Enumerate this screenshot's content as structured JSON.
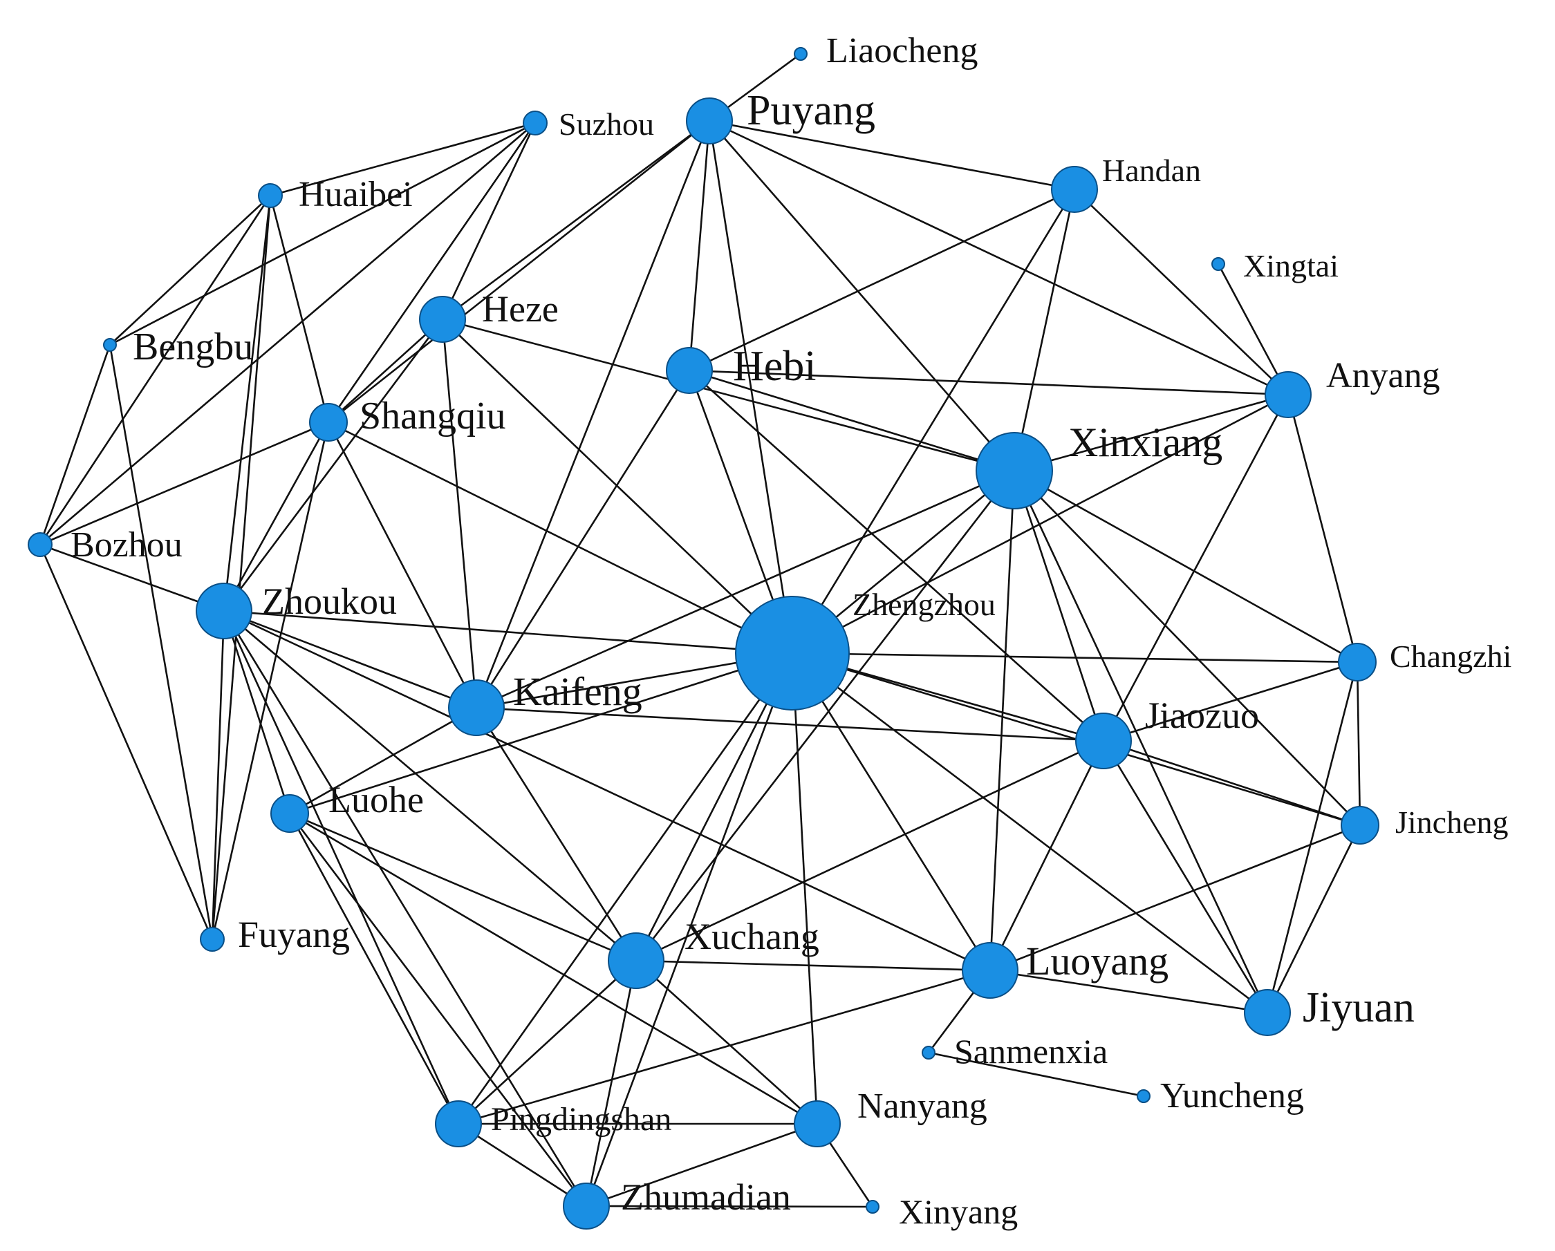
{
  "diagram": {
    "type": "network",
    "colors": {
      "node_fill": "#1a8fe3",
      "node_stroke": "#0a4f86",
      "edge": "#111111",
      "label": "#111111"
    },
    "nodes": [
      {
        "id": "Liaocheng",
        "label": "Liaocheng",
        "weight": 1
      },
      {
        "id": "Suzhou",
        "label": "Suzhou",
        "weight": 2
      },
      {
        "id": "Puyang",
        "label": "Puyang",
        "weight": 4
      },
      {
        "id": "Huaibei",
        "label": "Huaibei",
        "weight": 2
      },
      {
        "id": "Handan",
        "label": "Handan",
        "weight": 4
      },
      {
        "id": "Xingtai",
        "label": "Xingtai",
        "weight": 1
      },
      {
        "id": "Heze",
        "label": "Heze",
        "weight": 4
      },
      {
        "id": "Bengbu",
        "label": "Bengbu",
        "weight": 1
      },
      {
        "id": "Hebi",
        "label": "Hebi",
        "weight": 4
      },
      {
        "id": "Anyang",
        "label": "Anyang",
        "weight": 4
      },
      {
        "id": "Shangqiu",
        "label": "Shangqiu",
        "weight": 3
      },
      {
        "id": "Xinxiang",
        "label": "Xinxiang",
        "weight": 7
      },
      {
        "id": "Bozhou",
        "label": "Bozhou",
        "weight": 2
      },
      {
        "id": "Zhoukou",
        "label": "Zhoukou",
        "weight": 5
      },
      {
        "id": "Zhengzhou",
        "label": "Zhengzhou",
        "weight": 10
      },
      {
        "id": "Changzhi",
        "label": "Changzhi",
        "weight": 3
      },
      {
        "id": "Kaifeng",
        "label": "Kaifeng",
        "weight": 5
      },
      {
        "id": "Jiaozuo",
        "label": "Jiaozuo",
        "weight": 5
      },
      {
        "id": "Luohe",
        "label": "Luohe",
        "weight": 3
      },
      {
        "id": "Jincheng",
        "label": "Jincheng",
        "weight": 3
      },
      {
        "id": "Fuyang",
        "label": "Fuyang",
        "weight": 2
      },
      {
        "id": "Xuchang",
        "label": "Xuchang",
        "weight": 5
      },
      {
        "id": "Luoyang",
        "label": "Luoyang",
        "weight": 5
      },
      {
        "id": "Jiyuan",
        "label": "Jiyuan",
        "weight": 4
      },
      {
        "id": "Sanmenxia",
        "label": "Sanmenxia",
        "weight": 1
      },
      {
        "id": "Yuncheng",
        "label": "Yuncheng",
        "weight": 1
      },
      {
        "id": "Pingdingshan",
        "label": "Pingdingshan",
        "weight": 4
      },
      {
        "id": "Nanyang",
        "label": "Nanyang",
        "weight": 4
      },
      {
        "id": "Zhumadian",
        "label": "Zhumadian",
        "weight": 4
      },
      {
        "id": "Xinyang",
        "label": "Xinyang",
        "weight": 1
      }
    ],
    "edges": [
      [
        "Liaocheng",
        "Puyang"
      ],
      [
        "Suzhou",
        "Huaibei"
      ],
      [
        "Suzhou",
        "Bengbu"
      ],
      [
        "Suzhou",
        "Bozhou"
      ],
      [
        "Suzhou",
        "Shangqiu"
      ],
      [
        "Suzhou",
        "Heze"
      ],
      [
        "Huaibei",
        "Bengbu"
      ],
      [
        "Huaibei",
        "Bozhou"
      ],
      [
        "Huaibei",
        "Fuyang"
      ],
      [
        "Huaibei",
        "Shangqiu"
      ],
      [
        "Huaibei",
        "Zhoukou"
      ],
      [
        "Bengbu",
        "Fuyang"
      ],
      [
        "Bengbu",
        "Bozhou"
      ],
      [
        "Bozhou",
        "Fuyang"
      ],
      [
        "Bozhou",
        "Shangqiu"
      ],
      [
        "Bozhou",
        "Zhoukou"
      ],
      [
        "Puyang",
        "Heze"
      ],
      [
        "Puyang",
        "Hebi"
      ],
      [
        "Puyang",
        "Handan"
      ],
      [
        "Puyang",
        "Anyang"
      ],
      [
        "Puyang",
        "Xinxiang"
      ],
      [
        "Puyang",
        "Kaifeng"
      ],
      [
        "Puyang",
        "Zhengzhou"
      ],
      [
        "Puyang",
        "Shangqiu"
      ],
      [
        "Handan",
        "Anyang"
      ],
      [
        "Handan",
        "Xinxiang"
      ],
      [
        "Handan",
        "Hebi"
      ],
      [
        "Handan",
        "Zhengzhou"
      ],
      [
        "Xingtai",
        "Anyang"
      ],
      [
        "Anyang",
        "Hebi"
      ],
      [
        "Anyang",
        "Xinxiang"
      ],
      [
        "Anyang",
        "Changzhi"
      ],
      [
        "Anyang",
        "Jiaozuo"
      ],
      [
        "Anyang",
        "Zhengzhou"
      ],
      [
        "Heze",
        "Shangqiu"
      ],
      [
        "Heze",
        "Kaifeng"
      ],
      [
        "Heze",
        "Xinxiang"
      ],
      [
        "Heze",
        "Zhoukou"
      ],
      [
        "Heze",
        "Zhengzhou"
      ],
      [
        "Hebi",
        "Xinxiang"
      ],
      [
        "Hebi",
        "Zhengzhou"
      ],
      [
        "Hebi",
        "Kaifeng"
      ],
      [
        "Hebi",
        "Jiaozuo"
      ],
      [
        "Shangqiu",
        "Zhoukou"
      ],
      [
        "Shangqiu",
        "Kaifeng"
      ],
      [
        "Shangqiu",
        "Zhengzhou"
      ],
      [
        "Shangqiu",
        "Fuyang"
      ],
      [
        "Xinxiang",
        "Zhengzhou"
      ],
      [
        "Xinxiang",
        "Kaifeng"
      ],
      [
        "Xinxiang",
        "Jiaozuo"
      ],
      [
        "Xinxiang",
        "Jincheng"
      ],
      [
        "Xinxiang",
        "Changzhi"
      ],
      [
        "Xinxiang",
        "Luoyang"
      ],
      [
        "Xinxiang",
        "Jiyuan"
      ],
      [
        "Xinxiang",
        "Xuchang"
      ],
      [
        "Zhengzhou",
        "Kaifeng"
      ],
      [
        "Zhengzhou",
        "Jiaozuo"
      ],
      [
        "Zhengzhou",
        "Luoyang"
      ],
      [
        "Zhengzhou",
        "Xuchang"
      ],
      [
        "Zhengzhou",
        "Pingdingshan"
      ],
      [
        "Zhengzhou",
        "Nanyang"
      ],
      [
        "Zhengzhou",
        "Zhoukou"
      ],
      [
        "Zhengzhou",
        "Changzhi"
      ],
      [
        "Zhengzhou",
        "Jincheng"
      ],
      [
        "Zhengzhou",
        "Jiyuan"
      ],
      [
        "Zhengzhou",
        "Zhumadian"
      ],
      [
        "Zhengzhou",
        "Luohe"
      ],
      [
        "Changzhi",
        "Jiaozuo"
      ],
      [
        "Changzhi",
        "Jincheng"
      ],
      [
        "Changzhi",
        "Jiyuan"
      ],
      [
        "Jiaozuo",
        "Jincheng"
      ],
      [
        "Jiaozuo",
        "Jiyuan"
      ],
      [
        "Jiaozuo",
        "Luoyang"
      ],
      [
        "Jiaozuo",
        "Kaifeng"
      ],
      [
        "Jiaozuo",
        "Xuchang"
      ],
      [
        "Jincheng",
        "Jiyuan"
      ],
      [
        "Jincheng",
        "Luoyang"
      ],
      [
        "Kaifeng",
        "Zhoukou"
      ],
      [
        "Kaifeng",
        "Xuchang"
      ],
      [
        "Kaifeng",
        "Luohe"
      ],
      [
        "Zhoukou",
        "Luohe"
      ],
      [
        "Zhoukou",
        "Fuyang"
      ],
      [
        "Zhoukou",
        "Xuchang"
      ],
      [
        "Zhoukou",
        "Pingdingshan"
      ],
      [
        "Zhoukou",
        "Zhumadian"
      ],
      [
        "Zhoukou",
        "Luoyang"
      ],
      [
        "Luohe",
        "Pingdingshan"
      ],
      [
        "Luohe",
        "Zhumadian"
      ],
      [
        "Luohe",
        "Nanyang"
      ],
      [
        "Luohe",
        "Xuchang"
      ],
      [
        "Xuchang",
        "Pingdingshan"
      ],
      [
        "Xuchang",
        "Zhumadian"
      ],
      [
        "Xuchang",
        "Nanyang"
      ],
      [
        "Xuchang",
        "Luoyang"
      ],
      [
        "Luoyang",
        "Sanmenxia"
      ],
      [
        "Luoyang",
        "Pingdingshan"
      ],
      [
        "Luoyang",
        "Jiyuan"
      ],
      [
        "Sanmenxia",
        "Yuncheng"
      ],
      [
        "Pingdingshan",
        "Nanyang"
      ],
      [
        "Pingdingshan",
        "Zhumadian"
      ],
      [
        "Nanyang",
        "Xinyang"
      ],
      [
        "Nanyang",
        "Zhumadian"
      ],
      [
        "Zhumadian",
        "Xinyang"
      ]
    ]
  }
}
